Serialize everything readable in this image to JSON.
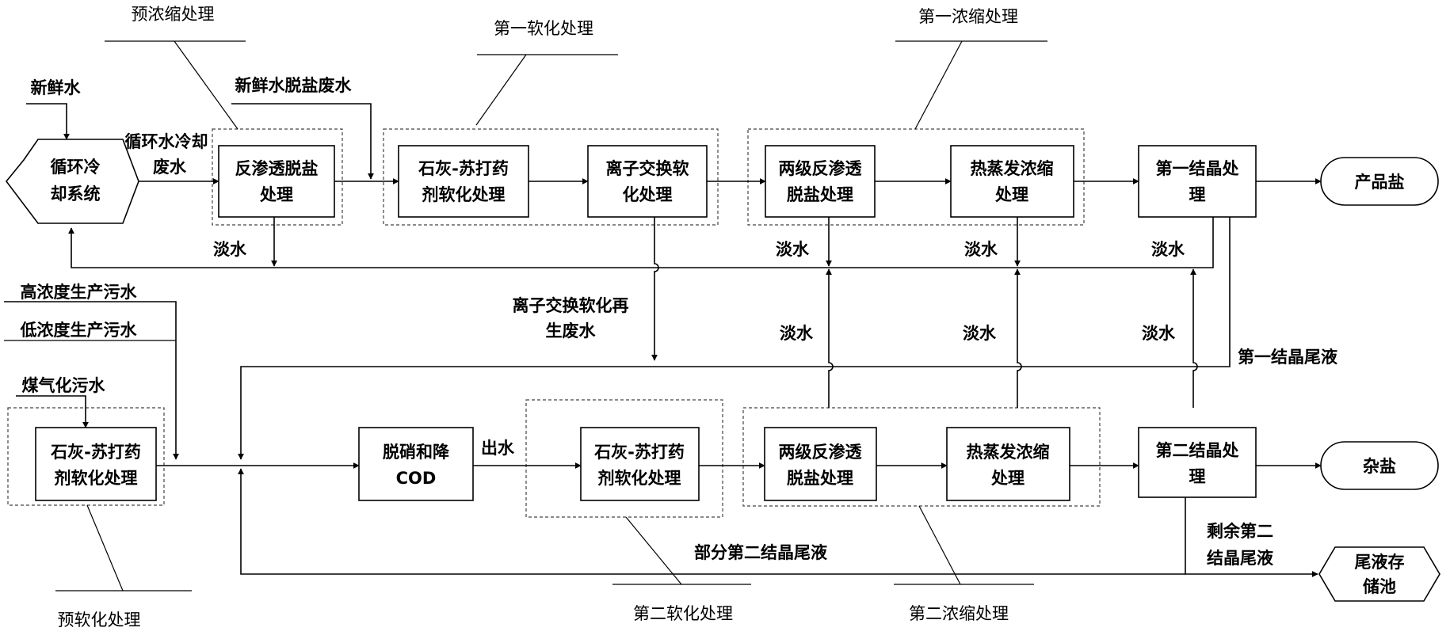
{
  "boxes": {
    "cooling_l1": "循环冷",
    "cooling_l2": "却系统",
    "ro_desalt_l1": "反渗透脱盐",
    "ro_desalt_l2": "处理",
    "lime_soda1_l1": "石灰-苏打药",
    "lime_soda1_l2": "剂软化处理",
    "ion_exchange_l1": "离子交换软",
    "ion_exchange_l2": "化处理",
    "two_stage_ro1_l1": "两级反渗透",
    "two_stage_ro1_l2": "脱盐处理",
    "thermal_evap1_l1": "热蒸发浓缩",
    "thermal_evap1_l2": "处理",
    "first_cryst_l1": "第一结晶处",
    "first_cryst_l2": "理",
    "product_salt": "产品盐",
    "pre_soften_l1": "石灰-苏打药",
    "pre_soften_l2": "剂软化处理",
    "denitrify_l1": "脱硝和降",
    "denitrify_l2": "COD",
    "lime_soda2_l1": "石灰-苏打药",
    "lime_soda2_l2": "剂软化处理",
    "two_stage_ro2_l1": "两级反渗透",
    "two_stage_ro2_l2": "脱盐处理",
    "thermal_evap2_l1": "热蒸发浓缩",
    "thermal_evap2_l2": "处理",
    "second_cryst_l1": "第二结晶处",
    "second_cryst_l2": "理",
    "mixed_salt": "杂盐",
    "tail_tank_l1": "尾液存",
    "tail_tank_l2": "储池"
  },
  "labels": {
    "fresh_water": "新鲜水",
    "cooling_waste_l1": "循环水冷却",
    "cooling_waste_l2": "废水",
    "fresh_desalt_waste": "新鲜水脱盐废水",
    "fresh_water_return": "淡水",
    "fresh_water_ro1": "淡水",
    "fresh_water_evap1": "淡水",
    "fresh_water_cryst1": "淡水",
    "ion_regen_l1": "离子交换软化再",
    "ion_regen_l2": "生废水",
    "high_conc": "高浓度生产污水",
    "low_conc": "低浓度生产污水",
    "coal_gas": "煤气化污水",
    "fresh_water_ro2": "淡水",
    "fresh_water_evap2": "淡水",
    "fresh_water_cryst2": "淡水",
    "first_tail": "第一结晶尾液",
    "outlet": "出水",
    "partial_second_tail": "部分第二结晶尾液",
    "remaining_tail_l1": "剩余第二",
    "remaining_tail_l2": "结晶尾液"
  },
  "groups": {
    "pre_concentration": "预浓缩处理",
    "first_softening": "第一软化处理",
    "first_concentration": "第一浓缩处理",
    "pre_softening": "预软化处理",
    "second_softening": "第二软化处理",
    "second_concentration": "第二浓缩处理"
  }
}
